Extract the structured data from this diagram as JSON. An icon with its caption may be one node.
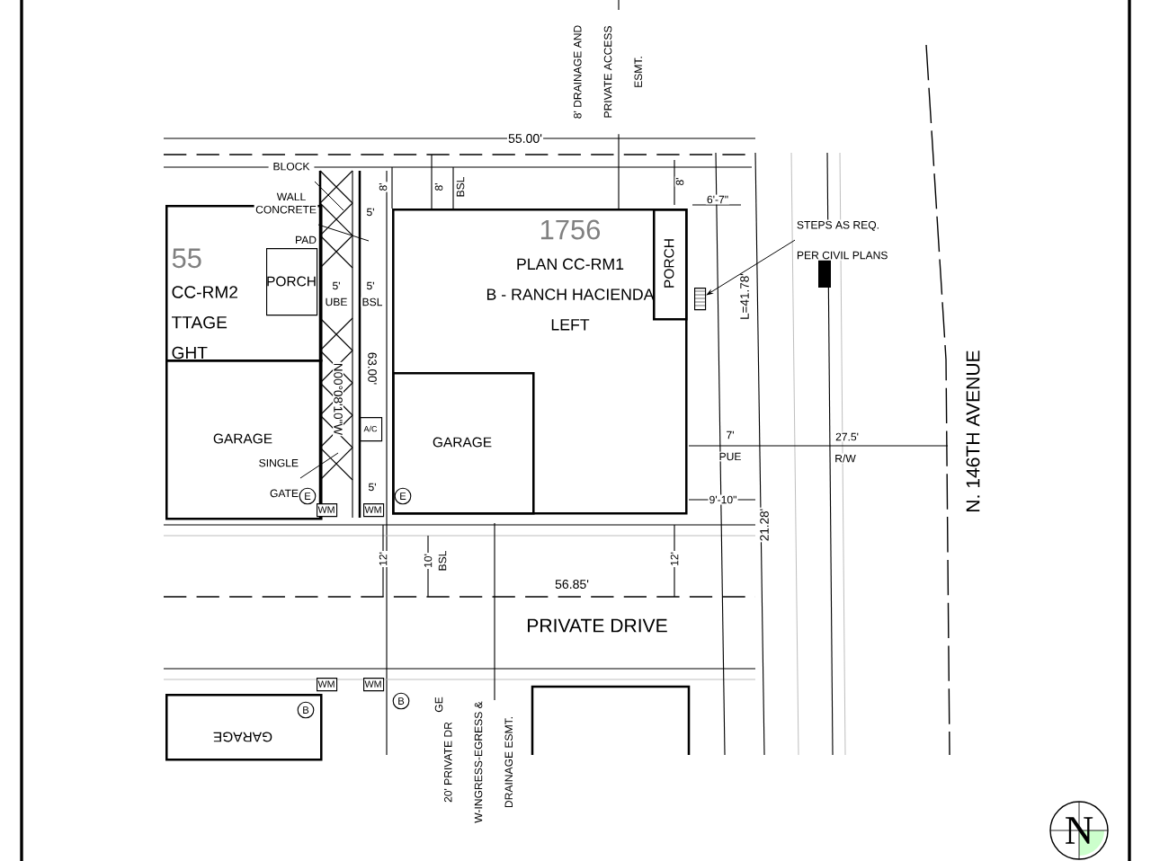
{
  "diagram": {
    "nodes": [
      {
        "text": [
          "1756",
          "PLAN CC-RM1",
          "B - RANCH HACIENDA",
          "LEFT"
        ]
      },
      {
        "text": [
          "GARAGE"
        ],
        "in": 0
      },
      {
        "text": [
          "PORCH"
        ],
        "in": 0
      },
      {
        "text": [
          "55",
          "CC-RM2",
          "TTAGE",
          "GHT"
        ]
      },
      {
        "text": [
          "PORCH"
        ],
        "in": 3
      },
      {
        "text": [
          "GARAGE"
        ]
      },
      {
        "text": [
          "A/C"
        ]
      },
      {
        "text": [],
        "shape": "box"
      },
      {
        "text": [
          "STEPS AS REQ. PER CIVIL PLANS"
        ]
      },
      {
        "text": [
          "BLOCK WALL"
        ]
      },
      {
        "text": [
          "CONCRETE PAD"
        ],
        "in": 3
      },
      {
        "text": [
          "SINGLE GATE"
        ],
        "in": 5
      },
      {
        "text": [
          "E"
        ],
        "in": 5
      },
      {
        "text": [
          "E"
        ],
        "in": 1
      },
      {
        "text": [
          "WM"
        ]
      },
      {
        "text": [
          "WM"
        ]
      },
      {
        "text": [
          "WM"
        ]
      },
      {
        "text": [
          "WM"
        ]
      },
      {
        "text": [
          "B"
        ],
        "in": 20
      },
      {
        "text": [
          "B"
        ]
      },
      {
        "text": [
          "GARAGE"
        ]
      }
    ],
    "edges": [
      {
        "from": 8,
        "to": 7,
        "arrow": "to"
      },
      {
        "from": 9,
        "to": null,
        "arrow": "none"
      },
      {
        "from": 10,
        "to": null,
        "arrow": "none"
      },
      {
        "from": 11,
        "to": null,
        "arrow": "none"
      }
    ],
    "labels": [
      "55.00'",
      "8' DRAINAGE AND PRIVATE ACCESS ESMT.",
      "8'",
      "8'",
      "BSL",
      "8'",
      "6'-7\"",
      "5'",
      "5'",
      "5'",
      "UBE",
      "BSL",
      "N00°08'10\"W",
      "63.00'",
      "L=41.78'",
      "7'",
      "PUE",
      "27.5'",
      "R/W",
      "N. 146TH AVENUE",
      "9'-10\"",
      "21.28'",
      "5'",
      "12'",
      "10'",
      "BSL",
      "56.85'",
      "PRIVATE DRIVE",
      "12'",
      "20' PRIVATE DR W-INGRESS-EGRESS & DRAINAGE ESMT.",
      "GE",
      "N"
    ]
  }
}
